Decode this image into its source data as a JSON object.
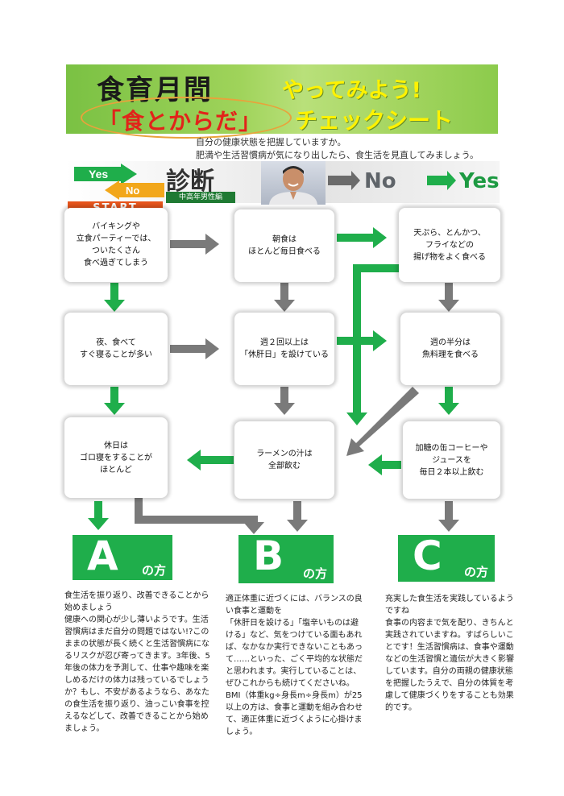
{
  "header": {
    "title_main": "食育月間",
    "title_sub": "「食とからだ」",
    "title_try": "やってみよう!",
    "title_sheet": "チェックシート",
    "intro_line1": "自分の健康状態を把握していますか。",
    "intro_line2": "肥満や生活習慣病が気になり出したら、食生活を見直してみましょう。"
  },
  "diagnosis": {
    "yes_label": "Yes",
    "no_label": "No",
    "heading": "診断",
    "target": "中高年男性編",
    "legend_no": "No",
    "legend_yes": "Yes",
    "start": "START"
  },
  "questions": {
    "q1": "バイキングや\n立食パーティーでは、\nついたくさん\n食べ過ぎてしまう",
    "q2": "朝食は\nほとんど毎日食べる",
    "q3": "天ぷら、とんかつ、\nフライなどの\n揚げ物をよく食べる",
    "q4": "夜、食べて\nすぐ寝ることが多い",
    "q5": "週２回以上は\n「休肝日」を設けている",
    "q6": "週の半分は\n魚料理を食べる",
    "q7": "休日は\nゴロ寝をすることが\nほとんど",
    "q8": "ラーメンの汁は\n全部飲む",
    "q9": "加糖の缶コーヒーや\nジュースを\n毎日２本以上飲む"
  },
  "results": {
    "a_letter": "A",
    "b_letter": "B",
    "c_letter": "C",
    "suffix": "の方",
    "a_text": "食生活を振り返り、改善できることから始めましょう\n健康への関心が少し薄いようです。生活習慣病はまだ自分の問題ではない!?このままの状態が長く続くと生活習慣病になるリスクが忍び寄ってきます。3年後、5年後の体力を予測して、仕事や趣味を楽しめるだけの体力は残っているでしょうか？もし、不安があるようなら、あなたの食生活を振り返り、油っこい食事を控えるなどして、改善できることから始めましょう。",
    "b_text": "適正体重に近づくには、バランスの良い食事と運動を\n「休肝日を設ける」「塩辛いものは避ける」など、気をつけている面もあれば、なかなか実行できないこともあって……といった、ごく平均的な状態だと思われます。実行していることは、ぜひこれからも続けてくださいね。BMI（体重kg÷身長m÷身長m）が25以上の方は、食事と運動を組み合わせて、適正体重に近づくように心掛けましょう。",
    "c_text": "充実した食生活を実践しているようですね\n食事の内容まで気を配り、きちんと実践されていますね。すばらしいことです！生活習慣病は、食事や運動などの生活習慣と遺伝が大きく影響しています。自分の両親の健康状態を把握したうえで、自分の体質を考慮して健康づくりをすることも効果的です。"
  },
  "colors": {
    "yes_green": "#1fae4b",
    "no_gray": "#707070",
    "start_orange": "#e8551c",
    "banner_green": "#8ccb4c"
  }
}
